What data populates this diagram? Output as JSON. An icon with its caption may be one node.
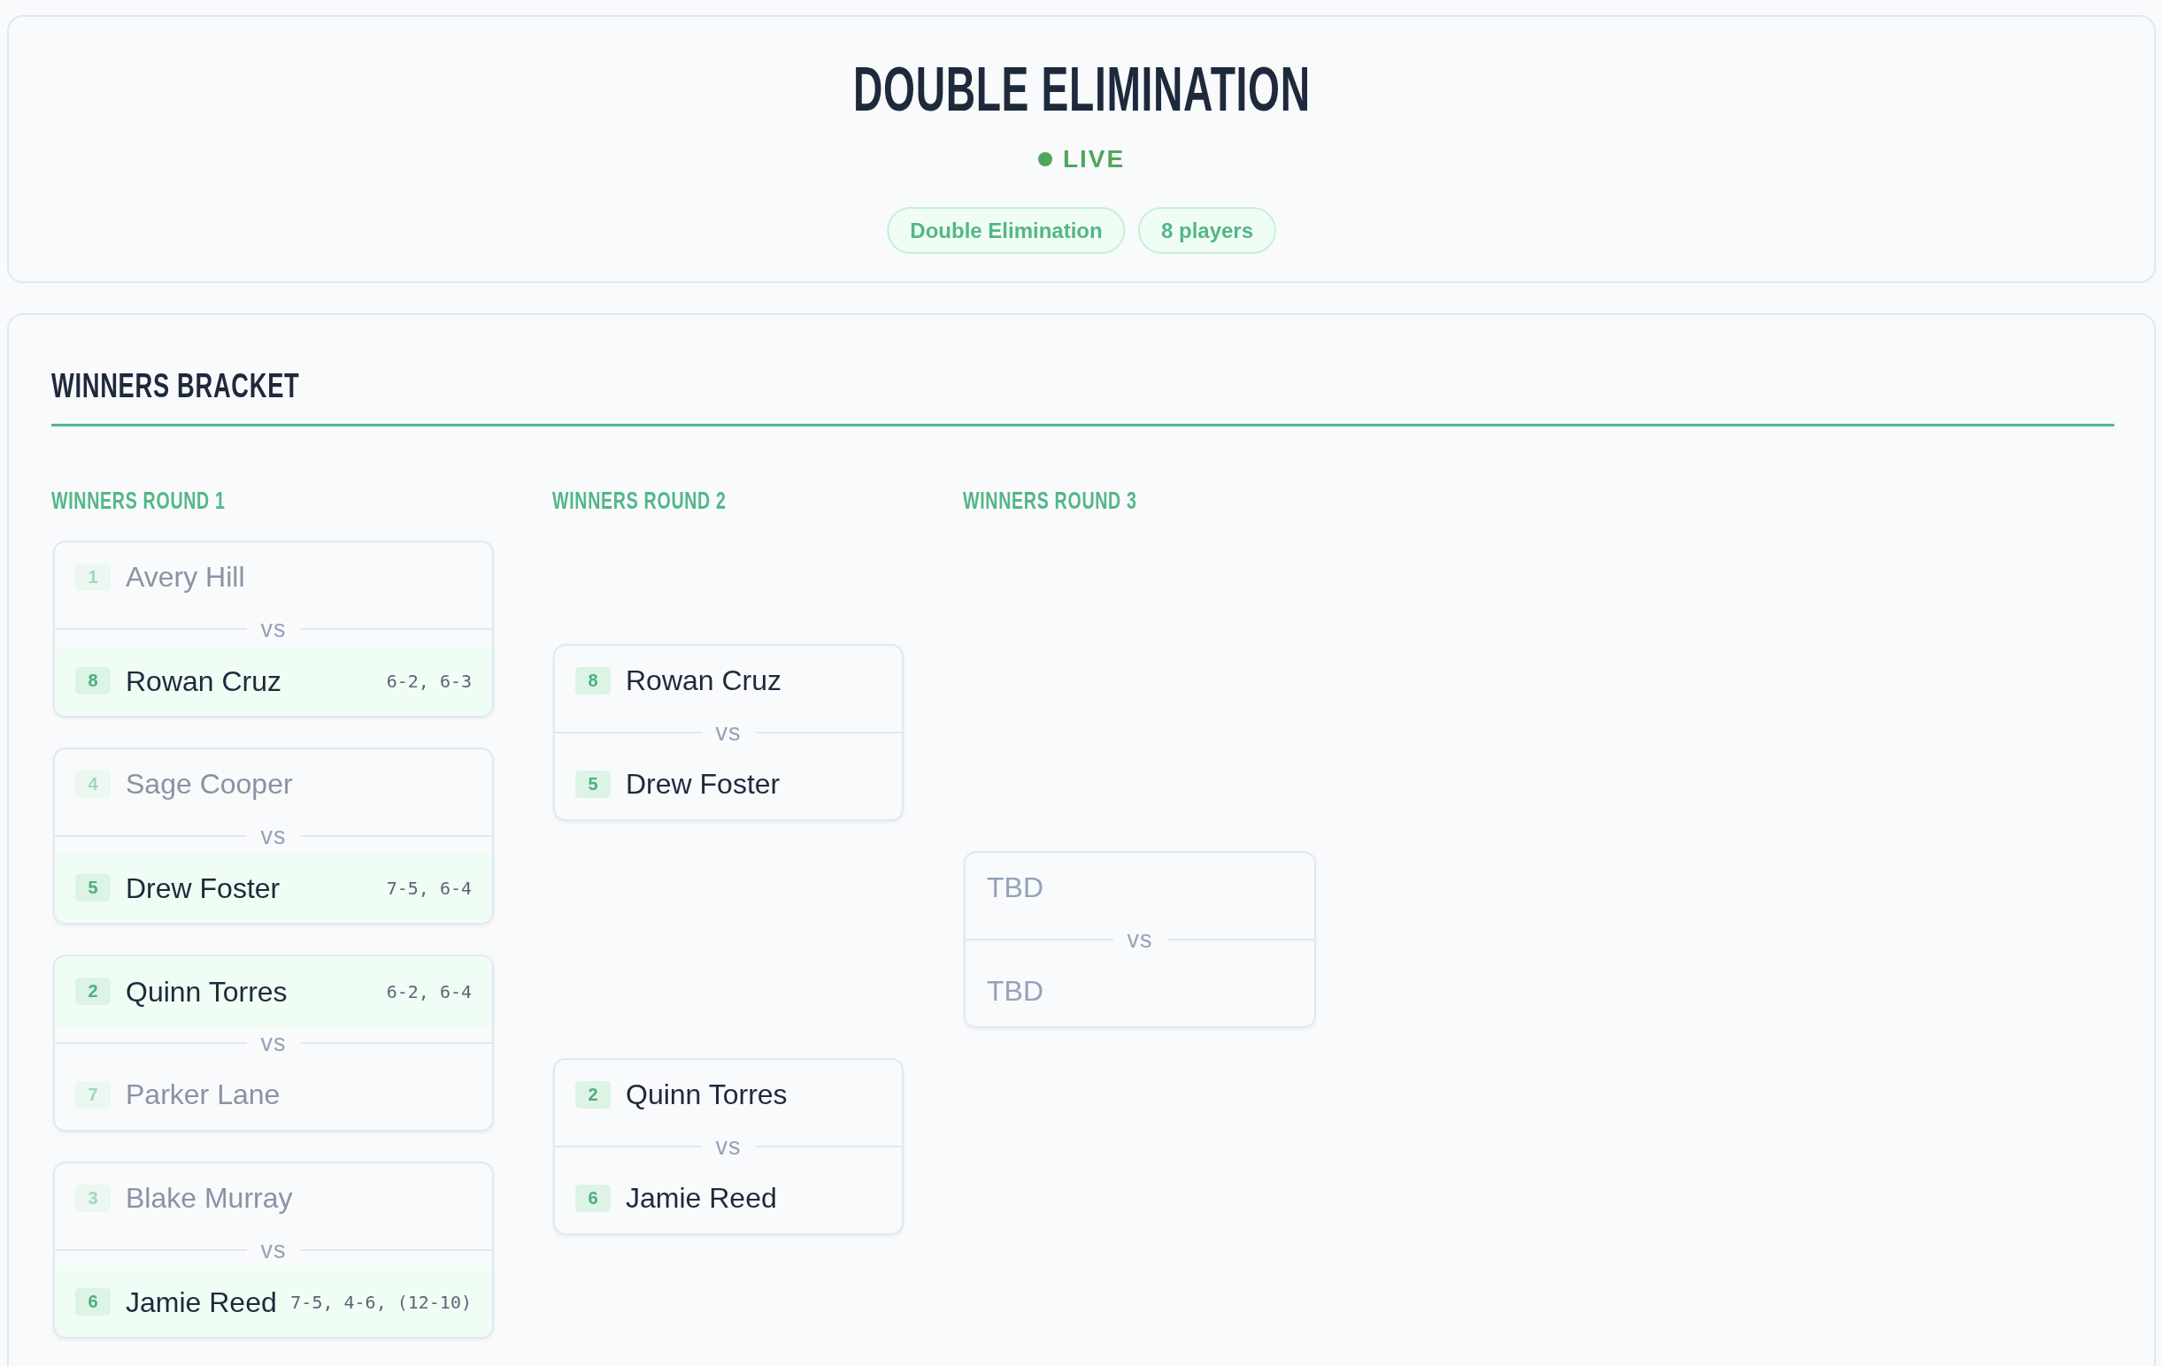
{
  "diagram": {
    "title": "DOUBLE ELIMINATION",
    "nodes": [
      {
        "text": [
          "LIVE"
        ]
      },
      {
        "text": [
          "Double Elimination"
        ],
        "in": 0
      },
      {
        "text": [
          "8 players"
        ],
        "in": 0
      },
      {
        "text": [
          "WINNERS BRACKET",
          "WINNERS ROUND 1",
          "WINNERS ROUND 2",
          "WINNERS ROUND 3"
        ]
      },
      {
        "text": [
          "Avery Hill",
          "vs"
        ],
        "in": 3
      },
      {
        "text": [
          "1"
        ],
        "in": 4
      },
      {
        "text": [
          "Rowan Cruz",
          "6-2, 6-3"
        ],
        "in": 4
      },
      {
        "text": [
          "8"
        ],
        "in": 6
      },
      {
        "text": [
          "Sage Cooper",
          "vs"
        ],
        "in": 3
      },
      {
        "text": [
          "4"
        ],
        "in": 8
      },
      {
        "text": [
          "Drew Foster",
          "7-5, 6-4"
        ],
        "in": 8
      },
      {
        "text": [
          "5"
        ],
        "in": 10
      },
      {
        "text": [
          "vs",
          "Parker Lane"
        ],
        "in": 3
      },
      {
        "text": [
          "Quinn Torres",
          "6-2, 6-4"
        ],
        "in": 12
      },
      {
        "text": [
          "2"
        ],
        "in": 13
      },
      {
        "text": [
          "7"
        ],
        "in": 12
      },
      {
        "text": [
          "Blake Murray",
          "vs"
        ],
        "in": 3
      },
      {
        "text": [
          "3"
        ],
        "in": 16
      },
      {
        "text": [
          "Jamie Reed",
          "7-5, 4-6, (12-10)"
        ],
        "in": 16
      },
      {
        "text": [
          "6"
        ],
        "in": 18
      },
      {
        "text": [
          "Rowan Cruz",
          "vs",
          "Drew Foster"
        ],
        "in": 3
      },
      {
        "text": [
          "8"
        ],
        "in": 20
      },
      {
        "text": [
          "5"
        ],
        "in": 20
      },
      {
        "text": [
          "Quinn Torres",
          "vs",
          "Jamie Reed"
        ],
        "in": 3
      },
      {
        "text": [
          "2"
        ],
        "in": 23
      },
      {
        "text": [
          "6"
        ],
        "in": 23
      },
      {
        "text": [
          "TBD",
          "vs",
          "TBD"
        ],
        "in": 3
      }
    ]
  }
}
